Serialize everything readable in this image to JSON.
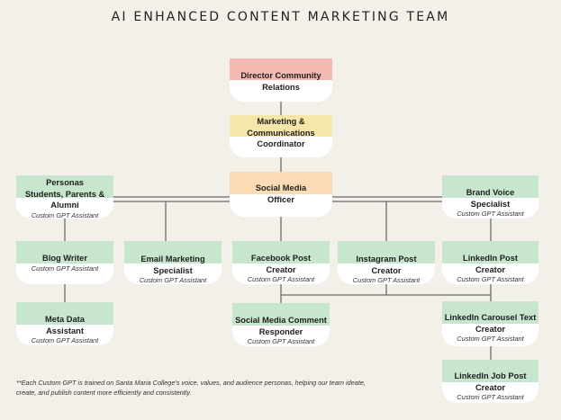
{
  "title": "AI ENHANCED CONTENT MARKETING TEAM",
  "colors": {
    "director": "#f4b9b1",
    "coordinator": "#f6e6a9",
    "officer": "#fadbb6",
    "assistant": "#c7e6cd",
    "line": "#6b6b6b"
  },
  "boxes": [
    {
      "id": "director",
      "lines": [
        "Director Community",
        "Relations"
      ],
      "sub": "",
      "color": "director"
    },
    {
      "id": "coordinator",
      "lines": [
        "Marketing &",
        "Communications",
        "Coordinator"
      ],
      "sub": "",
      "color": "coordinator"
    },
    {
      "id": "officer",
      "lines": [
        "Social Media",
        "Officer"
      ],
      "sub": "",
      "color": "officer"
    },
    {
      "id": "personas",
      "lines": [
        "Personas",
        "Students, Parents &",
        "Alumni"
      ],
      "sub": "Custom GPT Assistant",
      "color": "assistant"
    },
    {
      "id": "brand-voice",
      "lines": [
        "Brand Voice",
        "Specialist"
      ],
      "sub": "Custom GPT Assistant",
      "color": "assistant"
    },
    {
      "id": "blog-writer",
      "lines": [
        "Blog Writer"
      ],
      "sub": "Custom GPT Assistant",
      "color": "assistant"
    },
    {
      "id": "email-marketing",
      "lines": [
        "Email Marketing",
        "Specialist"
      ],
      "sub": "Custom GPT Assistant",
      "color": "assistant"
    },
    {
      "id": "facebook-post",
      "lines": [
        "Facebook Post",
        "Creator"
      ],
      "sub": "Custom GPT Assistant",
      "color": "assistant"
    },
    {
      "id": "instagram-post",
      "lines": [
        "Instagram Post",
        "Creator"
      ],
      "sub": "Custom GPT Assistant",
      "color": "assistant"
    },
    {
      "id": "linkedin-post",
      "lines": [
        "LinkedIn Post",
        "Creator"
      ],
      "sub": "Custom GPT Assistant",
      "color": "assistant"
    },
    {
      "id": "meta-data",
      "lines": [
        "Meta Data",
        "Assistant"
      ],
      "sub": "Custom GPT Assistant",
      "color": "assistant"
    },
    {
      "id": "comment-responder",
      "lines": [
        "Social Media Comment",
        "Responder"
      ],
      "sub": "Custom GPT Assistant",
      "color": "assistant"
    },
    {
      "id": "linkedin-carousel",
      "lines": [
        "LinkedIn Carousel Text",
        "Creator"
      ],
      "sub": "Custom GPT Assistant",
      "color": "assistant"
    },
    {
      "id": "linkedin-job",
      "lines": [
        "LinkedIn Job Post",
        "Creator"
      ],
      "sub": "Custom GPT Assistant",
      "color": "assistant"
    }
  ],
  "footnote": "**Each Custom GPT is trained on Santa Maria College's voice, values, and audience personas, helping our team ideate, create, and publish content more efficiently and consistently."
}
